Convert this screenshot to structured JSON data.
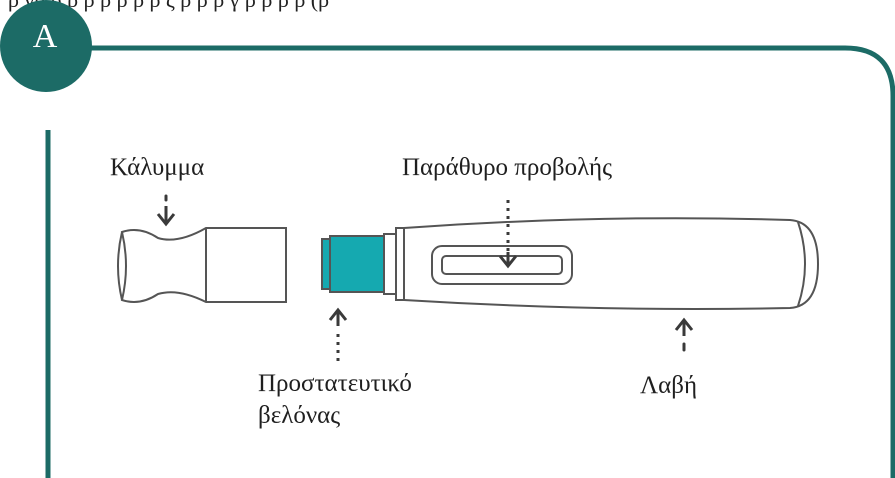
{
  "header_fragment": "ρ γρ ρ ρ ρ ρ ρ ρ ρ ς ρ ρ ρ γ ρ ρ ρ ρ (ρ",
  "step_badge": "A",
  "labels": {
    "cap": "Κάλυμμα",
    "viewing_window": "Παράθυρο προβολής",
    "needle_shield_line1": "Προστατευτικό",
    "needle_shield_line2": "βελόνας",
    "handle": "Λαβή"
  },
  "colors": {
    "frame": "#1c6b66",
    "badge": "#1c6b66",
    "needle_shield": "#15a9b0",
    "outline": "#555555"
  }
}
